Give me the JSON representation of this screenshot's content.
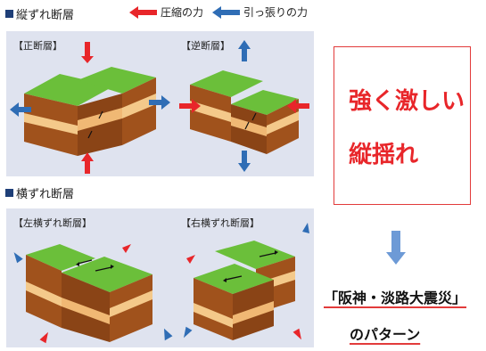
{
  "legend": {
    "compression_label": "圧縮の力",
    "tension_label": "引っ張りの力",
    "compression_color": "#e8262a",
    "tension_color": "#2f6db5"
  },
  "vertical_fault": {
    "title": "縦ずれ断層",
    "normal_label": "【正断層】",
    "reverse_label": "【逆断層】"
  },
  "strike_slip_fault": {
    "title": "横ずれ断層",
    "left_label": "【左横ずれ断層】",
    "right_label": "【右横ずれ断層】"
  },
  "callout": {
    "line1": "強く激しい",
    "line2": "縦揺れ"
  },
  "caption": {
    "line1": "「阪神・淡路大震災」",
    "line2": "のパターン"
  },
  "colors": {
    "panel_bg": "#dfe3ef",
    "grass": "#6bbf3a",
    "soil_dark": "#a0521c",
    "soil_light": "#f4c98a",
    "down_arrow": "#6d9ad6"
  }
}
